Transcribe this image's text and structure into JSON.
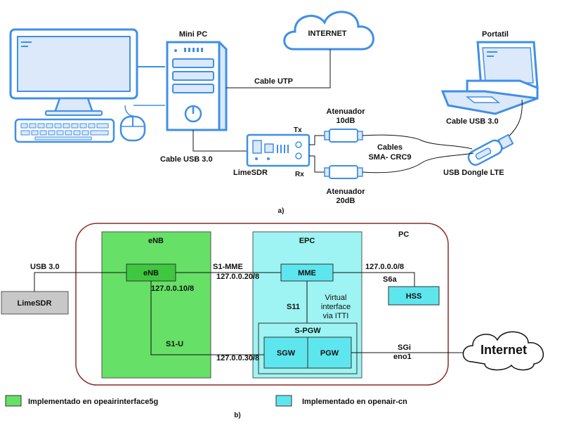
{
  "part_a": {
    "caption": "a)",
    "mini_pc_label": "Mini PC",
    "internet_label": "INTERNET",
    "portatil_label": "Portatil",
    "cable_utp_label": "Cable UTP",
    "cable_usb_left_label": "Cable USB 3.0",
    "cable_usb_right_label": "Cable USB 3.0",
    "limesdr_label": "LimeSDR",
    "tx_label": "Tx",
    "rx_label": "Rx",
    "att_top_line1": "Atenuador",
    "att_top_line2": "10dB",
    "att_bottom_line1": "Atenuador",
    "att_bottom_line2": "20dB",
    "cables_line1": "Cables",
    "cables_line2": "SMA- CRC9",
    "dongle_label": "USB Dongle LTE"
  },
  "part_b": {
    "caption": "b)",
    "pc_label": "PC",
    "enb_container_label": "eNB",
    "epc_container_label": "EPC",
    "enb_node": "eNB",
    "mme_node": "MME",
    "hss_node": "HSS",
    "spgw_label": "S-PGW",
    "sgw_node": "SGW",
    "pgw_node": "PGW",
    "limesdr_node": "LimeSDR",
    "internet_cloud": "Internet",
    "usb_label": "USB 3.0",
    "s1mme_label": "S1-MME",
    "s1mme_ip": "127.0.0.20/8",
    "enb_ip": "127.0.0.10/8",
    "hss_ip": "127.0.0.0/8",
    "s6a_label": "S6a",
    "s11_label": "S11",
    "virtual_line1": "Virtual",
    "virtual_line2": "interface",
    "virtual_line3": "via ITTI",
    "s1u_label": "S1-U",
    "s1u_ip": "127.0.0.30/8",
    "sgi_label": "SGi",
    "eno1_label": "eno1"
  },
  "legend": {
    "green_label": "Implementado en opeairinterface5g",
    "cyan_label": "Implementado en openair-cn"
  },
  "colors": {
    "device_blue": "#3f8fe8",
    "device_fill": "#ffffff",
    "enb_green": "#66e066",
    "enb_node_green": "#3fc73f",
    "epc_cyan": "#9ef3f3",
    "node_cyan": "#5ee6ee",
    "gray_box": "#c8c8c8",
    "pc_border": "#8b2a2a"
  }
}
